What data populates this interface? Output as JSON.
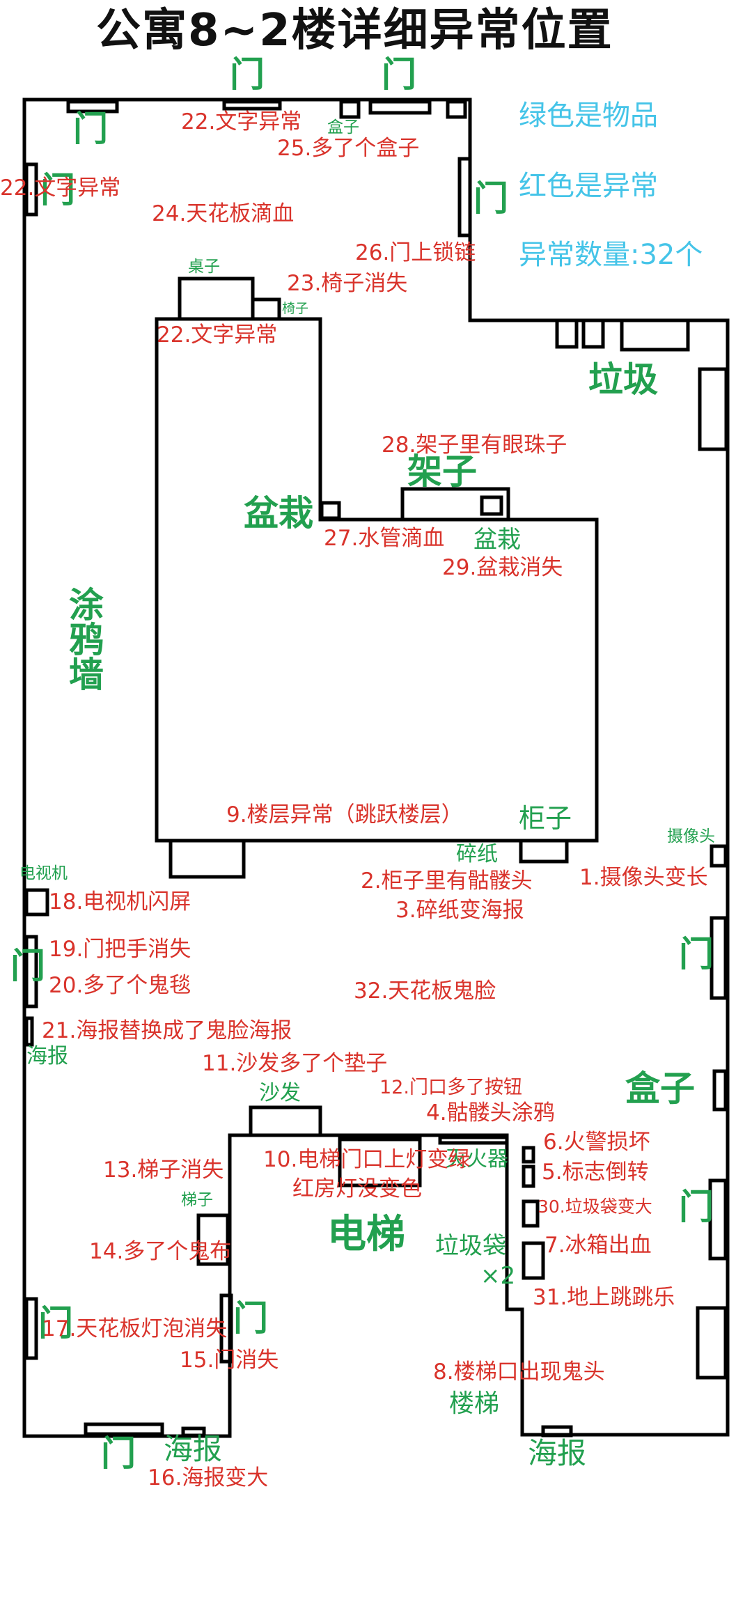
{
  "title": "公寓8~2楼详细异常位置",
  "legend": {
    "green_meaning": "绿色是物品",
    "red_meaning": "红色是异常",
    "count": "异常数量:32个"
  },
  "colors": {
    "anomaly": "#d9332b",
    "item": "#22a04f",
    "legend": "#45c4e8",
    "wall": "#000000"
  },
  "anomalies": {
    "a1": "1.摄像头变长",
    "a2": "2.柜子里有骷髅头",
    "a3": "3.碎纸变海报",
    "a4": "4.骷髅头涂鸦",
    "a5": "5.标志倒转",
    "a6": "6.火警损坏",
    "a7": "7.冰箱出血",
    "a8": "8.楼梯口出现鬼头",
    "a9": "9.楼层异常（跳跃楼层）",
    "a10_line1": "10.电梯门口上灯变绿",
    "a10_line2": "红房灯没变色",
    "a11": "11.沙发多了个垫子",
    "a12": "12.门口多了按钮",
    "a13": "13.梯子消失",
    "a14": "14.多了个鬼布",
    "a15": "15.门消失",
    "a16": "16.海报变大",
    "a17": "17.天花板灯泡消失",
    "a18": "18.电视机闪屏",
    "a19": "19.门把手消失",
    "a20": "20.多了个鬼毯",
    "a21": "21.海报替换成了鬼脸海报",
    "a22_top": "22.文字异常",
    "a22_left": "22.文字异常",
    "a22_inner": "22.文字异常",
    "a23": "23.椅子消失",
    "a24": "24.天花板滴血",
    "a25": "25.多了个盒子",
    "a26": "26.门上锁链",
    "a27": "27.水管滴血",
    "a28": "28.架子里有眼珠子",
    "a29": "29.盆栽消失",
    "a30": "30.垃圾袋变大",
    "a31": "31.地上跳跳乐",
    "a32": "32.天花板鬼脸"
  },
  "items": {
    "door": "门",
    "box": "盒子",
    "desk": "桌子",
    "chair": "椅子",
    "trash": "垃圾",
    "shelf": "架子",
    "plant": "盆栽",
    "graffiti_wall": "涂鸦墙",
    "cabinet": "柜子",
    "shredded_paper": "碎纸",
    "camera": "摄像头",
    "tv": "电视机",
    "poster": "海报",
    "sofa": "沙发",
    "fire_extinguisher": "灭火器",
    "ladder": "梯子",
    "elevator": "电梯",
    "trash_bags": "垃圾袋",
    "trash_bags_count": "×2",
    "stairs": "楼梯"
  }
}
